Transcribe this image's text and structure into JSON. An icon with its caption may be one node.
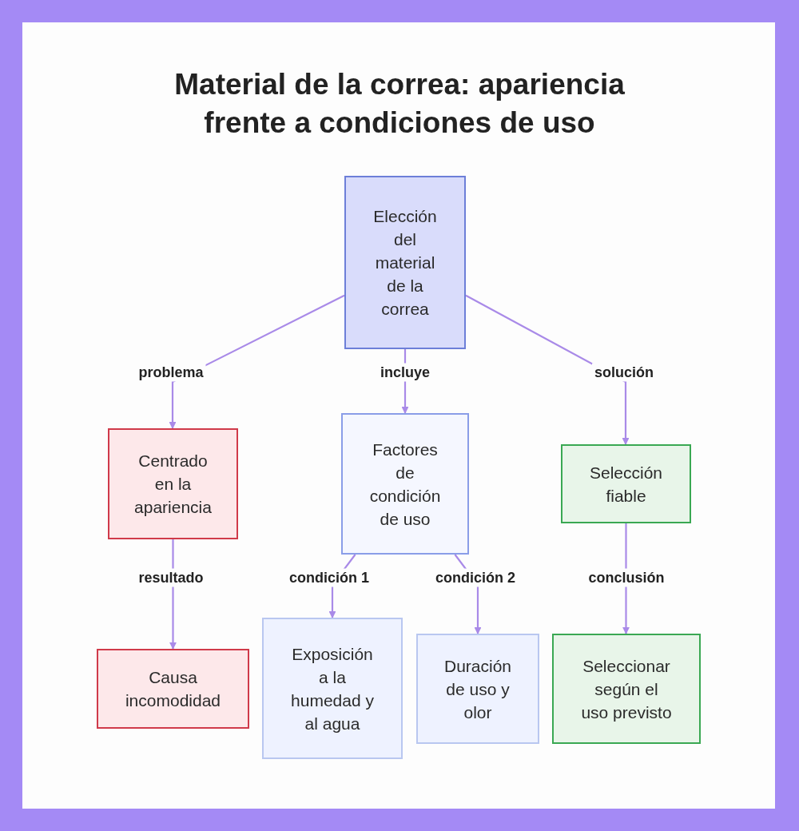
{
  "diagram": {
    "title": "Material de la correa: apariencia frente a condiciones de uso",
    "nodes": [
      {
        "text": [
          "Elección del material de la correa"
        ]
      },
      {
        "text": [
          "Centrado en la apariencia"
        ]
      },
      {
        "text": [
          "Factores de condición de uso"
        ]
      },
      {
        "text": [
          "Selección fiable"
        ]
      },
      {
        "text": [
          "Causa incomodidad"
        ]
      },
      {
        "text": [
          "Exposición a la humedad y al agua"
        ]
      },
      {
        "text": [
          "Duración de uso y olor"
        ]
      },
      {
        "text": [
          "Seleccionar según el uso previsto"
        ]
      }
    ],
    "edges": [
      {
        "from": 0,
        "to": 1,
        "arrow": "to",
        "label": "problema"
      },
      {
        "from": 0,
        "to": 2,
        "arrow": "to",
        "label": "incluye"
      },
      {
        "from": 0,
        "to": 3,
        "arrow": "to",
        "label": "solución"
      },
      {
        "from": 1,
        "to": 4,
        "arrow": "to",
        "label": "resultado"
      },
      {
        "from": 2,
        "to": 5,
        "arrow": "to",
        "label": "condición 1"
      },
      {
        "from": 2,
        "to": 6,
        "arrow": "to",
        "label": "condición 2"
      },
      {
        "from": 3,
        "to": 7,
        "arrow": "to",
        "label": "conclusión"
      }
    ]
  }
}
